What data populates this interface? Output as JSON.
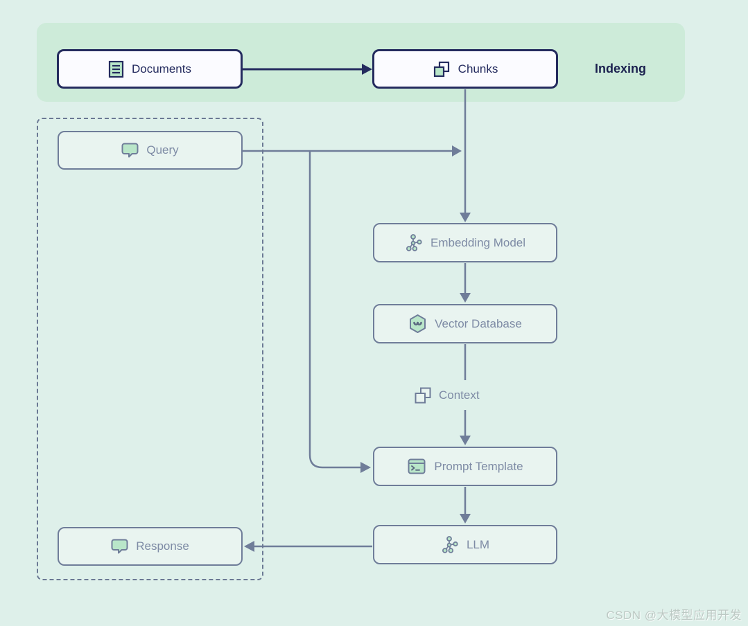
{
  "title": "RAG pipeline diagram",
  "indexing_section": {
    "title": "Indexing"
  },
  "nodes": {
    "documents": {
      "label": "Documents",
      "icon": "document-icon"
    },
    "chunks": {
      "label": "Chunks",
      "icon": "chunks-icon"
    },
    "query": {
      "label": "Query",
      "icon": "chat-bubble-icon"
    },
    "embedding_model": {
      "label": "Embedding Model",
      "icon": "graph-nodes-icon"
    },
    "vector_database": {
      "label": "Vector Database",
      "icon": "hexagon-database-icon"
    },
    "context": {
      "label": "Context",
      "icon": "chunks-outline-icon"
    },
    "prompt_template": {
      "label": "Prompt Template",
      "icon": "terminal-icon"
    },
    "llm": {
      "label": "LLM",
      "icon": "graph-nodes-icon"
    },
    "response": {
      "label": "Response",
      "icon": "chat-bubble-icon"
    }
  },
  "edges": [
    {
      "from": "documents",
      "to": "chunks",
      "style": "navy-solid-arrow"
    },
    {
      "from": "chunks",
      "to": "embedding_model",
      "style": "slate-arrow"
    },
    {
      "from": "query",
      "to": "embedding_model",
      "style": "slate-arrow-joins-chunks-line"
    },
    {
      "from": "query",
      "to": "prompt_template",
      "style": "slate-arrow-branch"
    },
    {
      "from": "embedding_model",
      "to": "vector_database",
      "style": "slate-arrow"
    },
    {
      "from": "vector_database",
      "to": "context",
      "style": "slate-line"
    },
    {
      "from": "context",
      "to": "prompt_template",
      "style": "slate-arrow"
    },
    {
      "from": "prompt_template",
      "to": "llm",
      "style": "slate-arrow"
    },
    {
      "from": "llm",
      "to": "response",
      "style": "slate-arrow"
    }
  ],
  "watermark": {
    "text": "CSDN @大模型应用开发"
  },
  "colors": {
    "page_background": "#def0ea",
    "indexing_band": "#cdebd9",
    "navy_border": "#242b5e",
    "navy_text": "#1b214f",
    "index_node_fill": "#fbfbff",
    "slate_border": "#6f7d99",
    "slate_text": "#7e8ba5",
    "flow_node_fill": "#e9f4f0",
    "icon_green": "#b9e6c9"
  }
}
